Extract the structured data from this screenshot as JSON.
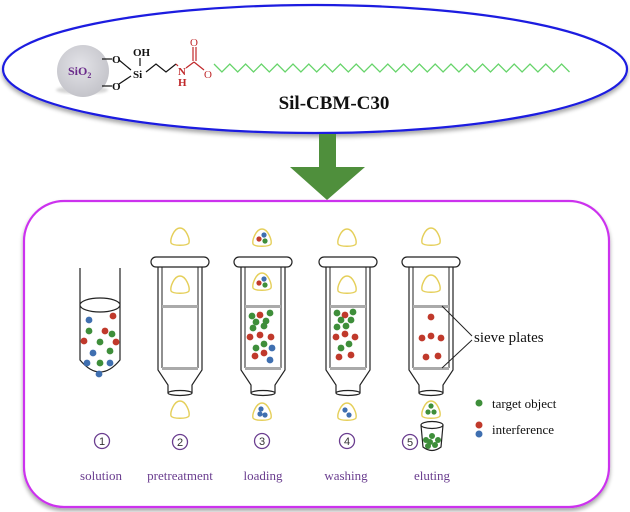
{
  "molecule": {
    "name": "Sil-CBM-C30",
    "support_label_main": "SiO",
    "support_label_sub": "2",
    "atoms": {
      "o_upper": "O",
      "o_lower": "O",
      "si": "Si",
      "oh": "OH",
      "n": "N",
      "h": "H",
      "o_carbonyl": "O",
      "o_ester": "O"
    }
  },
  "steps": [
    {
      "number": "1",
      "label": "solution"
    },
    {
      "number": "2",
      "label": "pretreatment"
    },
    {
      "number": "3",
      "label": "loading"
    },
    {
      "number": "4",
      "label": "washing"
    },
    {
      "number": "5",
      "label": "eluting"
    }
  ],
  "annotations": {
    "sieve_plates": "sieve plates"
  },
  "legend": [
    {
      "label": "target object",
      "colors": [
        "#3e8e3a"
      ]
    },
    {
      "label": "interference",
      "colors": [
        "#c0392b",
        "#3f6fb0"
      ]
    }
  ],
  "colors": {
    "ellipse_border": "#1a1ae0",
    "box_border": "#cc33ee",
    "arrow": "#4f8f3c",
    "chain": "#66d46a",
    "carbamate": "#c0282a",
    "label_purple": "#6a3d8f",
    "target": "#3e8e3a",
    "interference_red": "#c0392b",
    "interference_blue": "#3f6fb0",
    "sorbent_outline": "#e5cf5a"
  }
}
